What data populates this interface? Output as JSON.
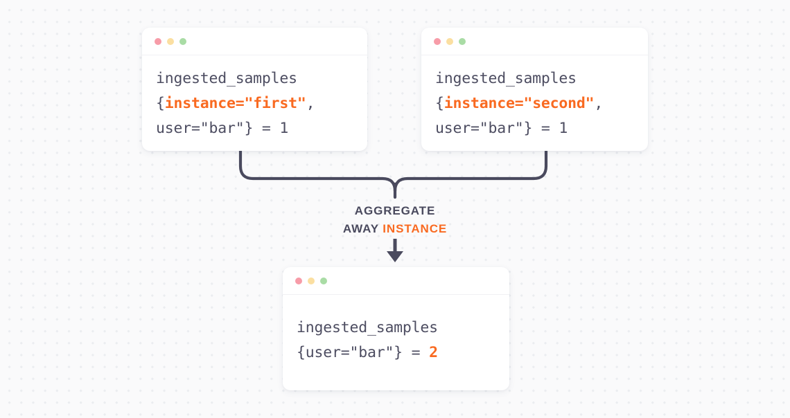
{
  "diagram": {
    "title": "Aggregate away instance",
    "colors": {
      "accent_orange": "#f96a21",
      "code_text": "#4d4d61",
      "connector": "#4a4a5e",
      "card_background": "#ffffff",
      "page_background": "#fafafb",
      "dot_red": "#f79ca8",
      "dot_yellow": "#fbdfa1",
      "dot_green": "#a9dca5"
    }
  },
  "cards": {
    "left": {
      "name": "first-instance-series",
      "window_dots": [
        "red",
        "yellow",
        "green"
      ],
      "code": {
        "metric": "ingested_samples",
        "open_brace": "{",
        "highlight": "instance=\"first\"",
        "rest": ",\nuser=\"bar\"} = 1"
      }
    },
    "right": {
      "name": "second-instance-series",
      "window_dots": [
        "red",
        "yellow",
        "green"
      ],
      "code": {
        "metric": "ingested_samples",
        "open_brace": "{",
        "highlight": "instance=\"second\"",
        "rest": ",\nuser=\"bar\"} = 1"
      }
    },
    "result": {
      "name": "aggregated-series",
      "window_dots": [
        "red",
        "yellow",
        "green"
      ],
      "code": {
        "metric": "ingested_samples",
        "labels": "{user=\"bar\"} = ",
        "value": "2"
      }
    }
  },
  "connector": {
    "label_line1": "AGGREGATE",
    "label_line2_prefix": "AWAY ",
    "label_line2_accent": "INSTANCE",
    "arrow": "down-arrow"
  }
}
